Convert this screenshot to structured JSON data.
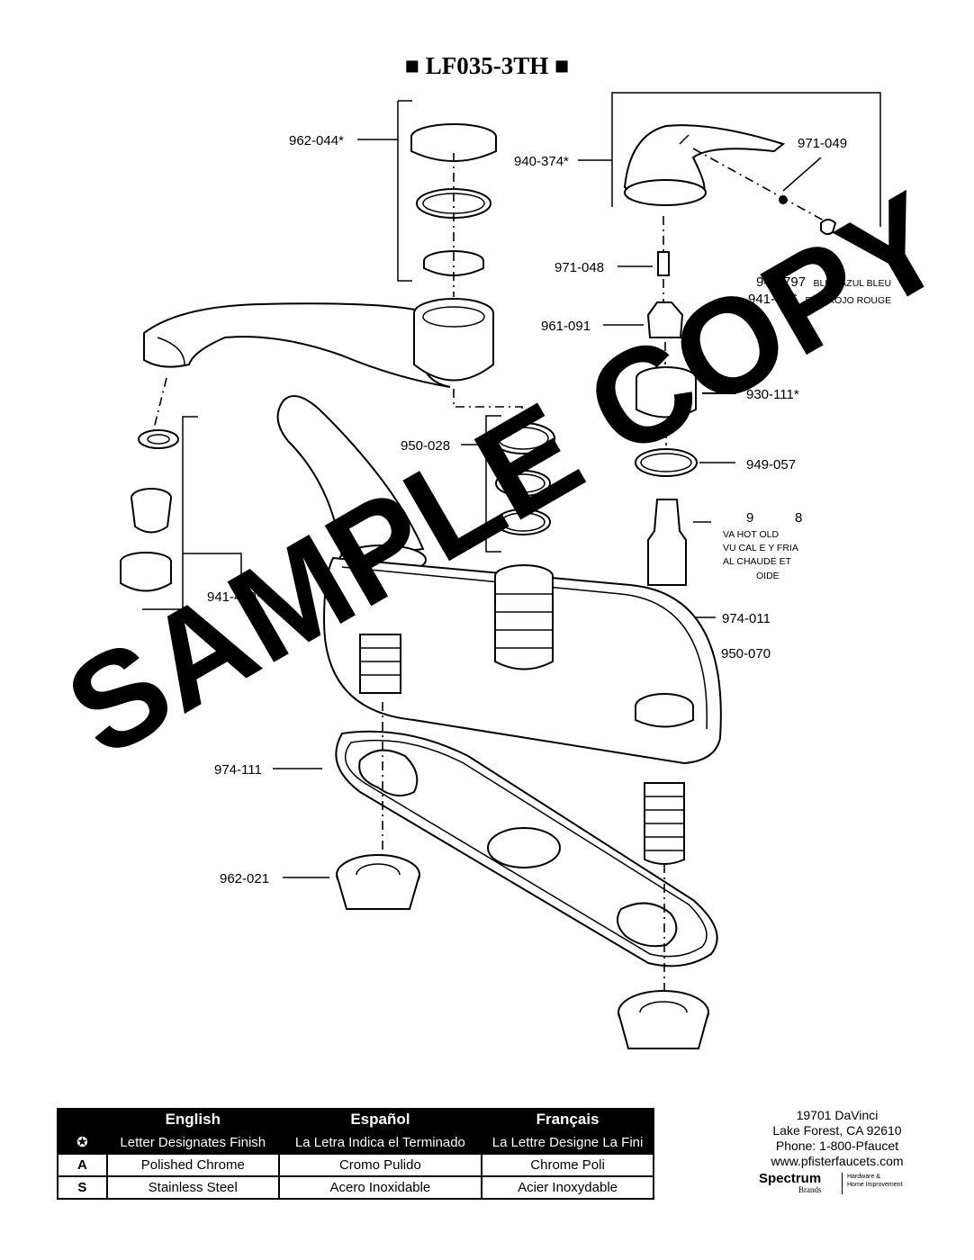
{
  "title": "■ LF035-3TH ■",
  "parts": {
    "p962_044": "962-044*",
    "p940_374": "940-374*",
    "p971_049": "971-049",
    "p971_048": "971-048",
    "p941_797": "941-797",
    "p941_797_desc": "BLUE AZUL BLEU",
    "p941_796": "941-796",
    "p941_796_desc": "RED ROJO ROUGE",
    "p961_091": "961-091",
    "p930_111": "930-111*",
    "p950_028": "950-028",
    "p949_057": "949-057",
    "p9x_8": "9",
    "p9x_8b": "8",
    "valve_l1": "VA    HOT    OLD",
    "valve_l2": "VU    CAL    E Y FRIA",
    "valve_l3": "AL    CHAUDE ET",
    "valve_l4": "OIDE",
    "p941_479": "941-479*",
    "p974_011": "974-011",
    "p950_070": "950-070",
    "p974_111": "974-111",
    "p962_021": "962-021"
  },
  "watermark": "SAMPLE COPY",
  "finish_table": {
    "headers": [
      "English",
      "Español",
      "Français"
    ],
    "symbol": "✪",
    "descriptions": [
      "Letter Designates Finish",
      "La Letra Indica el Terminado",
      "La Lettre Designe La Fini"
    ],
    "rows": [
      {
        "code": "A",
        "en": "Polished Chrome",
        "es": "Cromo Pulido",
        "fr": "Chrome Poli"
      },
      {
        "code": "S",
        "en": "Stainless Steel",
        "es": "Acero Inoxidable",
        "fr": "Acier Inoxydable"
      }
    ]
  },
  "address": {
    "line1": "19701 DaVinci",
    "line2": "Lake Forest, CA 92610",
    "line3": "Phone: 1-800-Pfaucet",
    "line4": "www.pfisterfaucets.com"
  },
  "brand": {
    "name": "Spectrum",
    "sub": "Brands",
    "tag1": "Hardware &",
    "tag2": "Home Improvement"
  }
}
